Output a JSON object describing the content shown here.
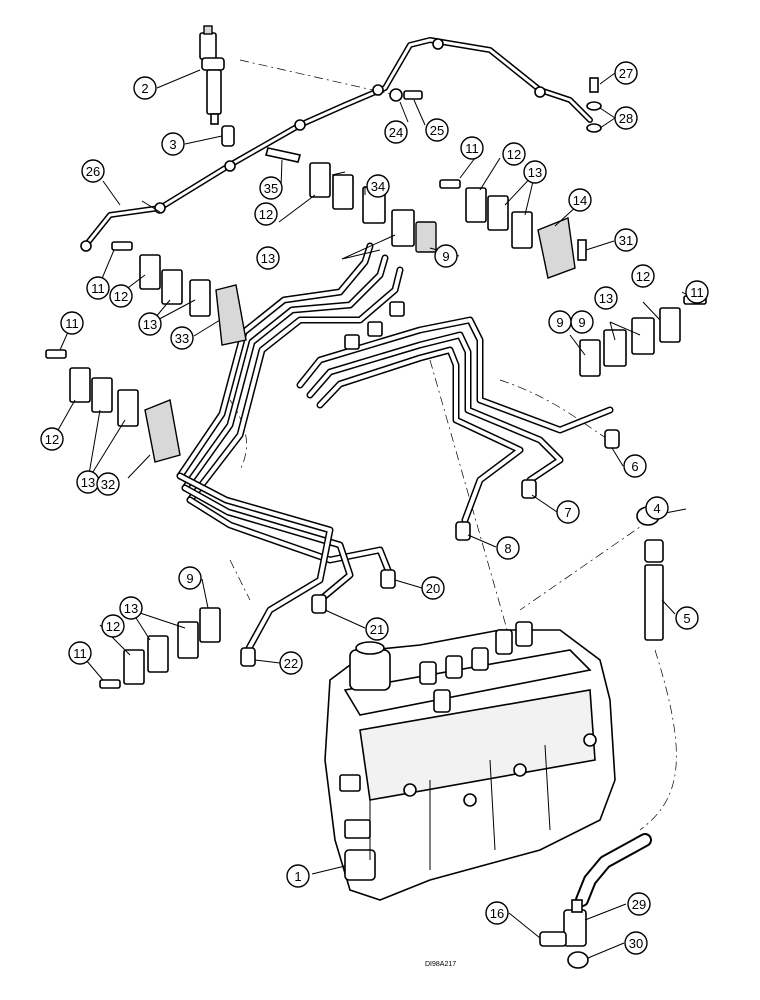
{
  "drawing": {
    "code": "DI98A217"
  },
  "callouts": [
    {
      "label": "1"
    },
    {
      "label": "2"
    },
    {
      "label": "3"
    },
    {
      "label": "4"
    },
    {
      "label": "5"
    },
    {
      "label": "6"
    },
    {
      "label": "7"
    },
    {
      "label": "8"
    },
    {
      "label": "9"
    },
    {
      "label": "9"
    },
    {
      "label": "9"
    },
    {
      "label": "9"
    },
    {
      "label": "11"
    },
    {
      "label": "11"
    },
    {
      "label": "11"
    },
    {
      "label": "11"
    },
    {
      "label": "11"
    },
    {
      "label": "12"
    },
    {
      "label": "12"
    },
    {
      "label": "12"
    },
    {
      "label": "12"
    },
    {
      "label": "12"
    },
    {
      "label": "12"
    },
    {
      "label": "13"
    },
    {
      "label": "13"
    },
    {
      "label": "13"
    },
    {
      "label": "13"
    },
    {
      "label": "13"
    },
    {
      "label": "13"
    },
    {
      "label": "14"
    },
    {
      "label": "16"
    },
    {
      "label": "20"
    },
    {
      "label": "21"
    },
    {
      "label": "22"
    },
    {
      "label": "24"
    },
    {
      "label": "25"
    },
    {
      "label": "26"
    },
    {
      "label": "27"
    },
    {
      "label": "28"
    },
    {
      "label": "29"
    },
    {
      "label": "30"
    },
    {
      "label": "31"
    },
    {
      "label": "32"
    },
    {
      "label": "33"
    },
    {
      "label": "34"
    },
    {
      "label": "35"
    }
  ]
}
